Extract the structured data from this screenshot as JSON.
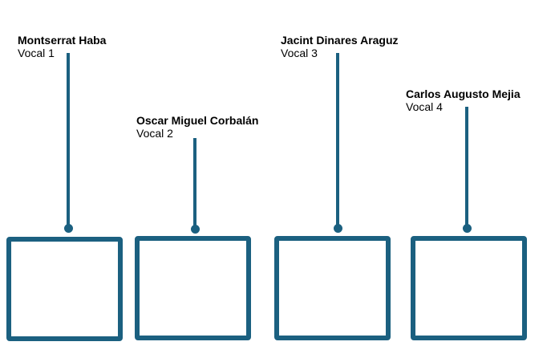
{
  "members": [
    {
      "name": "Montserrat Haba",
      "role": "Vocal 1"
    },
    {
      "name": "Oscar Miguel Corbalán",
      "role": "Vocal 2"
    },
    {
      "name": "Jacint Dinares Araguz",
      "role": "Vocal 3"
    },
    {
      "name": "Carlos Augusto Mejia",
      "role": "Vocal 4"
    }
  ],
  "accent_color": "#1b6080"
}
